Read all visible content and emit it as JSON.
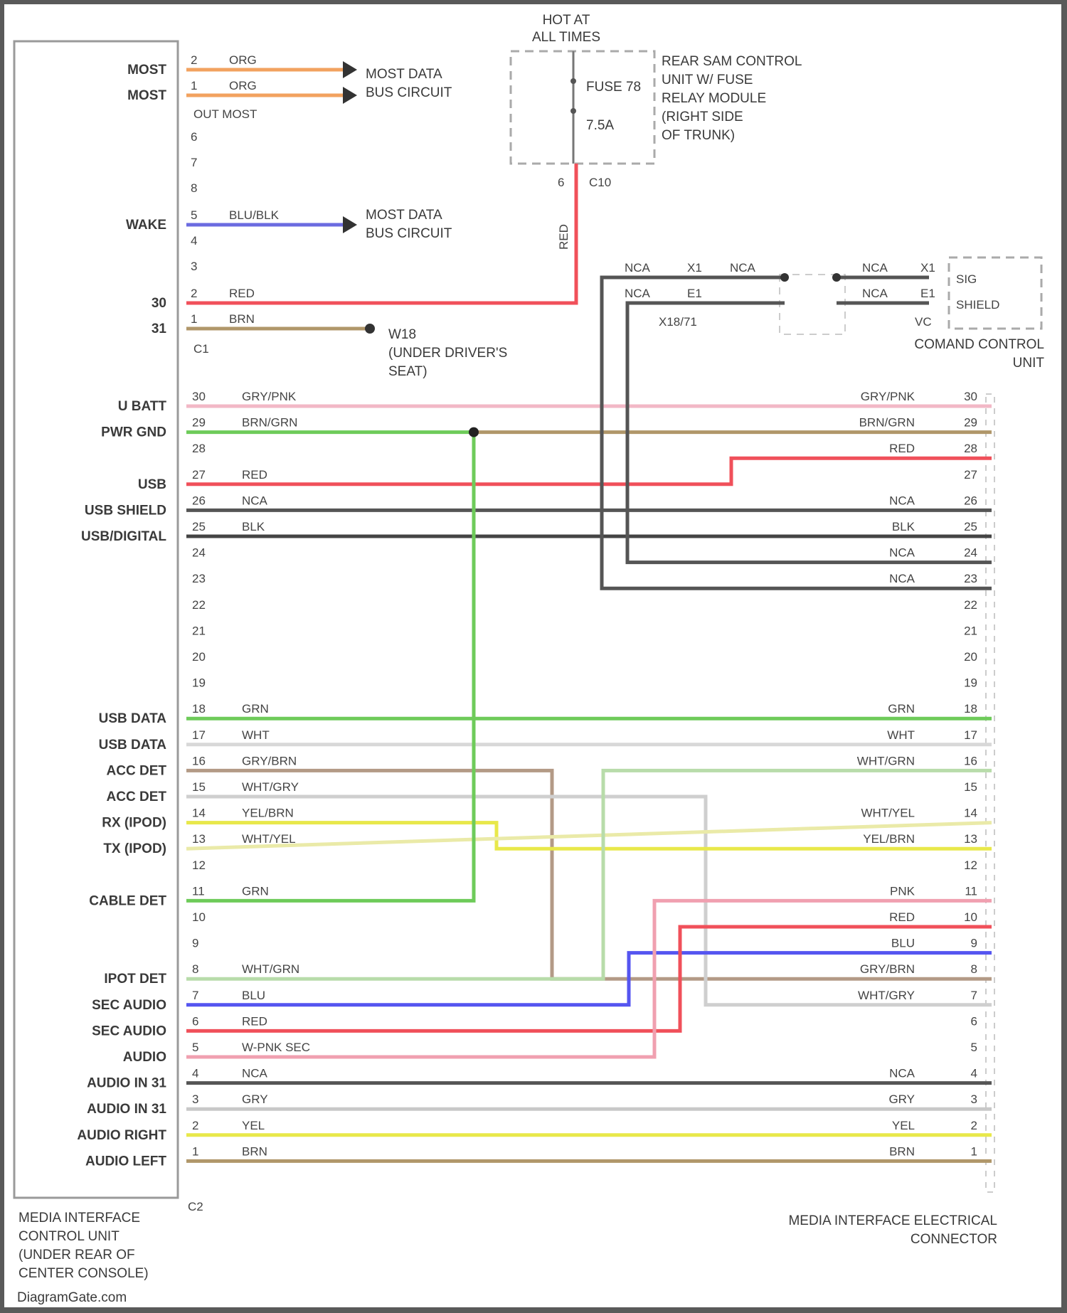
{
  "title": {
    "hot_line1": "HOT AT",
    "hot_line2": "ALL TIMES",
    "fuse_line1": "FUSE 78",
    "fuse_line2": "7.5A",
    "rear_sam": [
      "REAR SAM CONTROL",
      "UNIT W/ FUSE",
      "RELAY MODULE",
      "(RIGHT SIDE",
      "OF TRUNK)"
    ],
    "c_top": "C10",
    "c_top_pin": "6"
  },
  "top_circuit": {
    "most_labels": [
      "MOST",
      "MOST"
    ],
    "most_pins": [
      "2",
      "1"
    ],
    "most_colors": [
      "ORG",
      "ORG"
    ],
    "out_most": "OUT MOST",
    "most_dest": [
      "MOST DATA",
      "BUS CIRCUIT"
    ],
    "pins_mid": [
      "6",
      "7",
      "8"
    ],
    "wake_label": "WAKE",
    "wake_pin": "5",
    "wake_color": "BLU/BLK",
    "wake_dest": [
      "MOST DATA",
      "BUS CIRCUIT"
    ],
    "pins_lower": [
      "4",
      "3"
    ],
    "p30_label": "30",
    "p30_pin": "2",
    "p30_color": "RED",
    "red_vertical": "RED",
    "p31_label": "31",
    "p31_pin": "1",
    "p31_color": "BRN",
    "ground_dest": [
      "W18",
      "(UNDER DRIVER'S",
      "SEAT)"
    ],
    "connector_c1": "C1"
  },
  "coax": {
    "upper_left_code": "NCA",
    "upper_left_pin": "X1",
    "upper_mid_code": "NCA",
    "lower_left_code": "NCA",
    "lower_left_pin": "E1",
    "connector": "X18/71",
    "upper_right_code": "NCA",
    "upper_right_pin": "X1",
    "lower_right_code": "NCA",
    "lower_right_pin": "E1",
    "vc": "VC",
    "sig": "SIG",
    "shield": "SHIELD",
    "unit": [
      "COMAND CONTROL",
      "UNIT"
    ]
  },
  "left_rows": [
    {
      "label": "U BATT",
      "pin": "30",
      "color_text": "GRY/PNK"
    },
    {
      "label": "PWR GND",
      "pin": "29",
      "color_text": "BRN/GRN"
    },
    {
      "label": "",
      "pin": "28",
      "color_text": ""
    },
    {
      "label": "USB",
      "pin": "27",
      "color_text": "RED"
    },
    {
      "label": "USB SHIELD",
      "pin": "26",
      "color_text": "NCA"
    },
    {
      "label": "USB/DIGITAL",
      "pin": "25",
      "color_text": "BLK"
    },
    {
      "label": "",
      "pin": "24",
      "color_text": ""
    },
    {
      "label": "",
      "pin": "23",
      "color_text": ""
    },
    {
      "label": "",
      "pin": "22",
      "color_text": ""
    },
    {
      "label": "",
      "pin": "21",
      "color_text": ""
    },
    {
      "label": "",
      "pin": "20",
      "color_text": ""
    },
    {
      "label": "",
      "pin": "19",
      "color_text": ""
    },
    {
      "label": "USB DATA",
      "pin": "18",
      "color_text": "GRN"
    },
    {
      "label": "USB DATA",
      "pin": "17",
      "color_text": "WHT"
    },
    {
      "label": "ACC DET",
      "pin": "16",
      "color_text": "GRY/BRN"
    },
    {
      "label": "ACC DET",
      "pin": "15",
      "color_text": "WHT/GRY"
    },
    {
      "label": "RX (IPOD)",
      "pin": "14",
      "color_text": "YEL/BRN"
    },
    {
      "label": "TX (IPOD)",
      "pin": "13",
      "color_text": "WHT/YEL"
    },
    {
      "label": "",
      "pin": "12",
      "color_text": ""
    },
    {
      "label": "CABLE DET",
      "pin": "11",
      "color_text": "GRN"
    },
    {
      "label": "",
      "pin": "10",
      "color_text": ""
    },
    {
      "label": "",
      "pin": "9",
      "color_text": ""
    },
    {
      "label": "IPOT DET",
      "pin": "8",
      "color_text": "WHT/GRN"
    },
    {
      "label": "SEC AUDIO",
      "pin": "7",
      "color_text": "BLU"
    },
    {
      "label": "SEC AUDIO",
      "pin": "6",
      "color_text": "RED"
    },
    {
      "label": "AUDIO",
      "pin": "5",
      "color_text": "W-PNK SEC"
    },
    {
      "label": "AUDIO IN 31",
      "pin": "4",
      "color_text": "NCA"
    },
    {
      "label": "AUDIO IN 31",
      "pin": "3",
      "color_text": "GRY"
    },
    {
      "label": "AUDIO RIGHT",
      "pin": "2",
      "color_text": "YEL"
    },
    {
      "label": "AUDIO LEFT",
      "pin": "1",
      "color_text": "BRN"
    }
  ],
  "right_rows": [
    {
      "pin": "30",
      "color_text": "GRY/PNK"
    },
    {
      "pin": "29",
      "color_text": "BRN/GRN"
    },
    {
      "pin": "28",
      "color_text": "RED"
    },
    {
      "pin": "27",
      "color_text": ""
    },
    {
      "pin": "26",
      "color_text": "NCA"
    },
    {
      "pin": "25",
      "color_text": "BLK"
    },
    {
      "pin": "24",
      "color_text": "NCA"
    },
    {
      "pin": "23",
      "color_text": "NCA"
    },
    {
      "pin": "22",
      "color_text": ""
    },
    {
      "pin": "21",
      "color_text": ""
    },
    {
      "pin": "20",
      "color_text": ""
    },
    {
      "pin": "19",
      "color_text": ""
    },
    {
      "pin": "18",
      "color_text": "GRN"
    },
    {
      "pin": "17",
      "color_text": "WHT"
    },
    {
      "pin": "16",
      "color_text": "WHT/GRN"
    },
    {
      "pin": "15",
      "color_text": ""
    },
    {
      "pin": "14",
      "color_text": "WHT/YEL"
    },
    {
      "pin": "13",
      "color_text": "YEL/BRN"
    },
    {
      "pin": "12",
      "color_text": ""
    },
    {
      "pin": "11",
      "color_text": "PNK"
    },
    {
      "pin": "10",
      "color_text": "RED"
    },
    {
      "pin": "9",
      "color_text": "BLU"
    },
    {
      "pin": "8",
      "color_text": "GRY/BRN"
    },
    {
      "pin": "7",
      "color_text": "WHT/GRY"
    },
    {
      "pin": "6",
      "color_text": ""
    },
    {
      "pin": "5",
      "color_text": ""
    },
    {
      "pin": "4",
      "color_text": "NCA"
    },
    {
      "pin": "3",
      "color_text": "GRY"
    },
    {
      "pin": "2",
      "color_text": "YEL"
    },
    {
      "pin": "1",
      "color_text": "BRN"
    }
  ],
  "bottom": {
    "c2": "C2",
    "left_unit": [
      "MEDIA INTERFACE",
      "CONTROL UNIT",
      "(UNDER REAR OF",
      "CENTER CONSOLE)"
    ],
    "right_unit": [
      "MEDIA INTERFACE ELECTRICAL",
      "CONNECTOR"
    ],
    "site": "DiagramGate.com"
  },
  "wire_colors": {
    "orange": "#f2a25f",
    "blue_black": "#6b6be0",
    "red": "#f0505a",
    "brown": "#b0976a",
    "pink": "#f2b8c6",
    "green": "#6ecb5a",
    "dark": "#555555",
    "black": "#444444",
    "white": "#d8d8d8",
    "gray_brown": "#b39a86",
    "white_gray": "#cfcfcf",
    "yellow": "#e8e84a",
    "white_yellow": "#eaeaa8",
    "white_green": "#b8dcaa",
    "blue": "#5555f0",
    "light_pink": "#f0a0b0",
    "gray": "#c8c8c8"
  }
}
